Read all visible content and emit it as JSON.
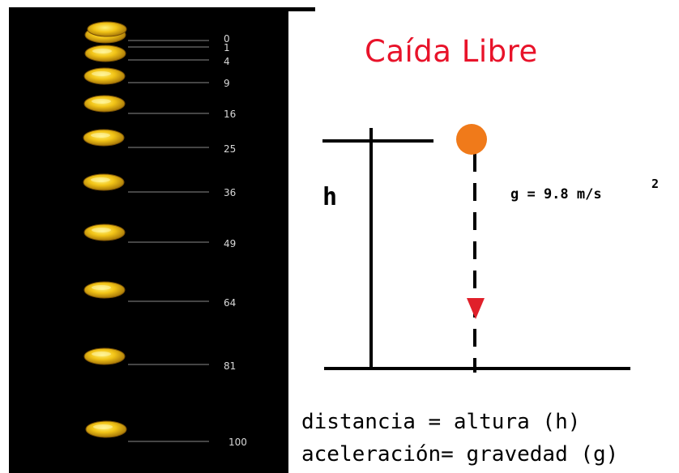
{
  "title": "Caída Libre",
  "left_strip": {
    "tick_labels": [
      "0",
      "1",
      "4",
      "9",
      "16",
      "25",
      "36",
      "49",
      "64",
      "81",
      "100"
    ]
  },
  "diagram": {
    "height_label": "h",
    "gravity_label": "g = 9.8 m/s",
    "gravity_exponent": "2",
    "ball_color": "#f07a1a",
    "arrow_color": "#e0202a"
  },
  "equations": [
    "distancia = altura (h)",
    "aceleración= gravedad (g)"
  ]
}
